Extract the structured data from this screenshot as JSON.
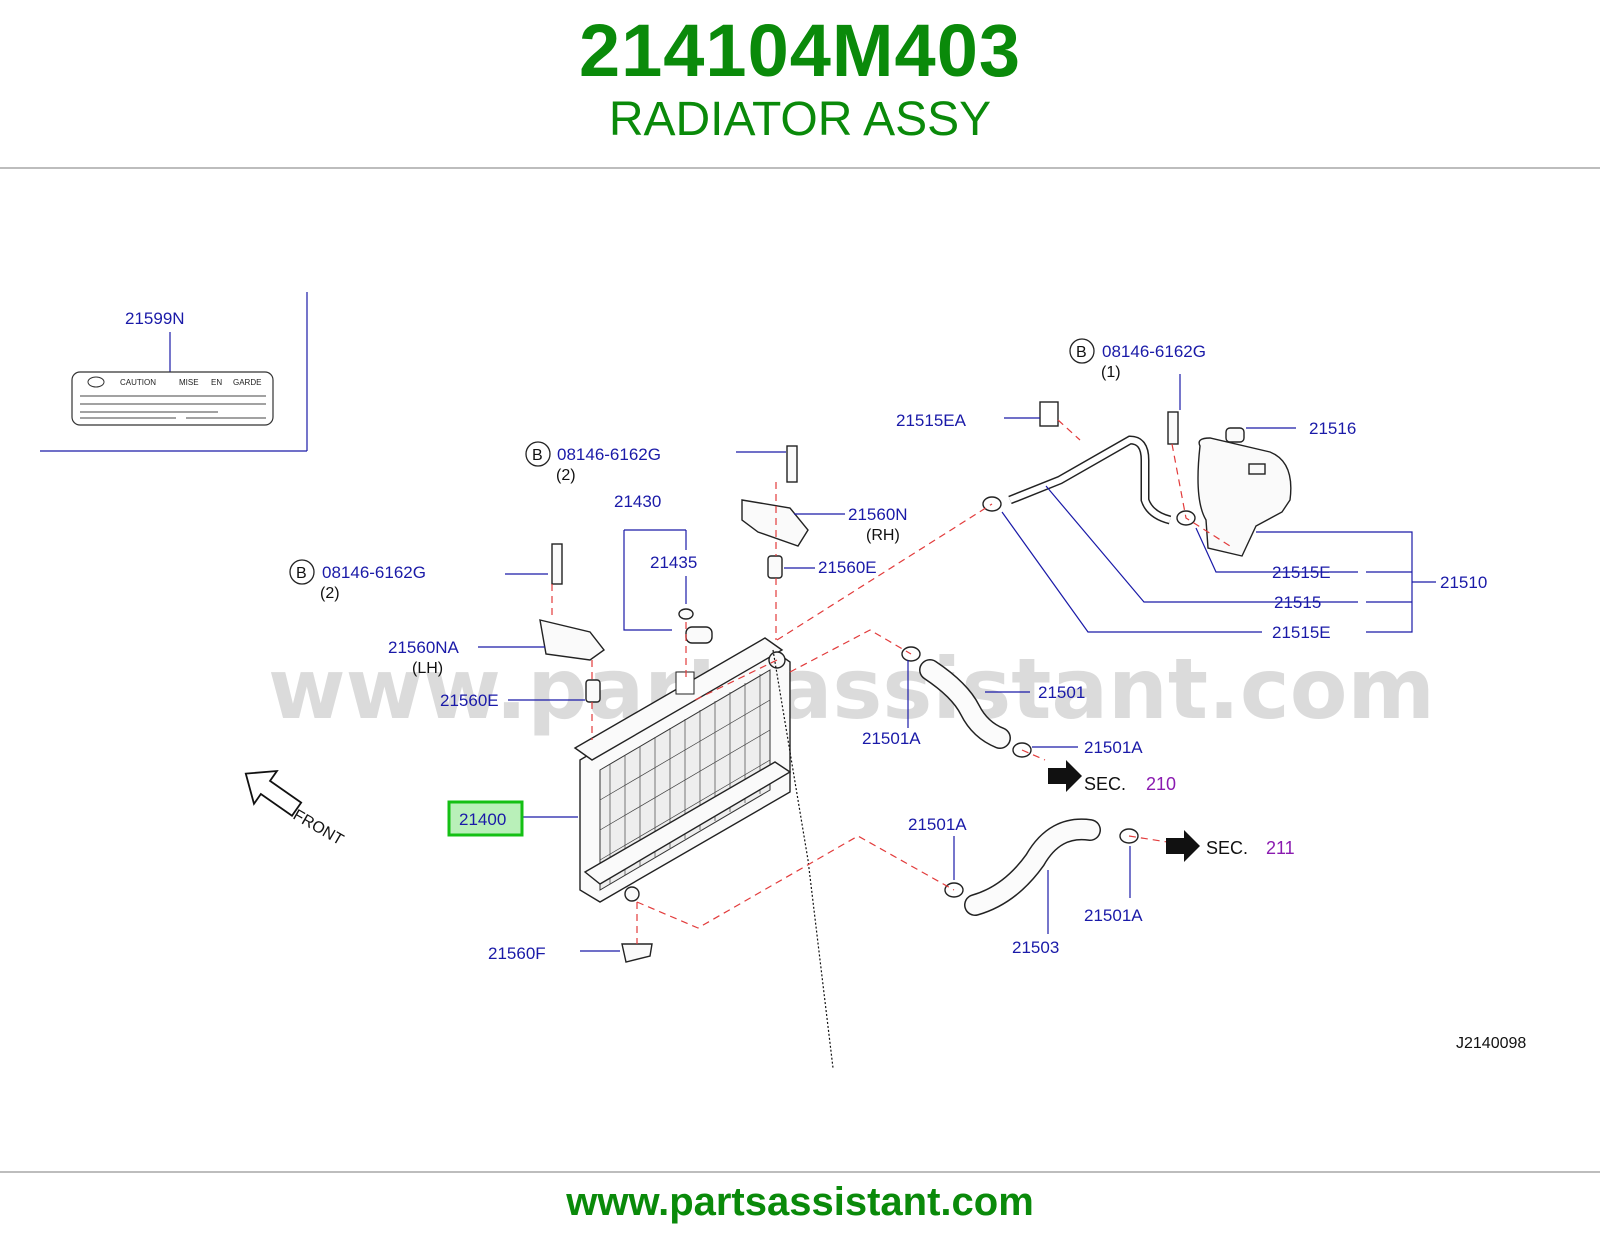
{
  "header": {
    "part_number": "214104M403",
    "part_name": "RADIATOR ASSY"
  },
  "footer": {
    "url": "www.partsassistant.com"
  },
  "watermark": "www.partsassistant.com",
  "diagram_code": "J2140098",
  "highlight_color": "#14c014",
  "label_sticker": {
    "part": "21599N",
    "caution": "CAUTION",
    "mise": "MISE",
    "en": "EN",
    "garde": "GARDE"
  },
  "callouts": {
    "bolt_top": "08146-6162G",
    "bolt_top_qty": "(1)",
    "bolt_mid": "08146-6162G",
    "bolt_mid_qty": "(2)",
    "bolt_left": "08146-6162G",
    "bolt_left_qty": "(2)",
    "b_marker": "B",
    "p21515EA": "21515EA",
    "p21516": "21516",
    "p21430": "21430",
    "p21435": "21435",
    "p21560N": "21560N",
    "rh": "(RH)",
    "p21560E_right": "21560E",
    "p21560NA": "21560NA",
    "lh": "(LH)",
    "p21560E_left": "21560E",
    "p21515E_top": "21515E",
    "p21515": "21515",
    "p21515E_bottom": "21515E",
    "p21510": "21510",
    "p21501": "21501",
    "p21501A_1": "21501A",
    "p21501A_2": "21501A",
    "p21501A_3": "21501A",
    "p21501A_4": "21501A",
    "p21400": "21400",
    "p21503": "21503",
    "p21560F": "21560F",
    "front": "FRONT",
    "sec_label_1": "SEC.",
    "sec_num_1": "210",
    "sec_label_2": "SEC.",
    "sec_num_2": "211"
  }
}
